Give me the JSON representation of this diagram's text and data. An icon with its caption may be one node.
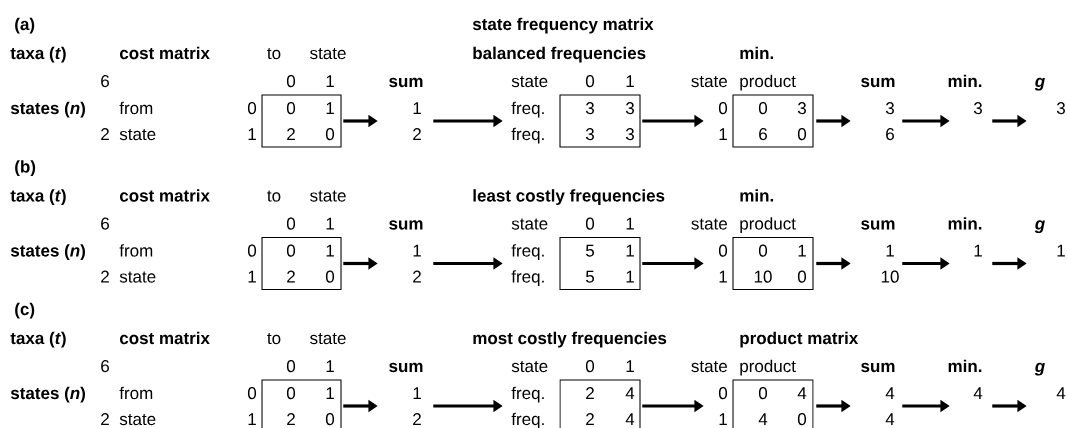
{
  "diagram": {
    "nodes": [
      {
        "text": [
          "0",
          "1",
          "2",
          "0"
        ],
        "beside": [
          "0",
          "1",
          "0",
          "1"
        ]
      },
      {
        "text": [
          "1",
          "2"
        ]
      },
      {
        "text": [
          "3",
          "3",
          "3",
          "3"
        ],
        "beside": [
          "0",
          "1"
        ]
      },
      {
        "text": [
          "0",
          "3",
          "6",
          "0"
        ],
        "beside": [
          "product",
          "0",
          "1"
        ]
      },
      {
        "text": [
          "3",
          "6"
        ]
      },
      {
        "text": [
          "3"
        ]
      },
      {
        "text": [
          "3"
        ]
      },
      {
        "text": [
          "0",
          "1",
          "2",
          "0"
        ],
        "beside": [
          "0",
          "1",
          "0",
          "1"
        ]
      },
      {
        "text": [
          "1",
          "2"
        ]
      },
      {
        "text": [
          "5",
          "1",
          "5",
          "1"
        ],
        "beside": [
          "0",
          "1"
        ]
      },
      {
        "text": [
          "0",
          "1",
          "10",
          "0"
        ],
        "beside": [
          "product",
          "0",
          "1"
        ]
      },
      {
        "text": [
          "1",
          "10"
        ]
      },
      {
        "text": [
          "1"
        ]
      },
      {
        "text": [
          "1"
        ]
      },
      {
        "text": [
          "0",
          "1",
          "2",
          "0"
        ],
        "beside": [
          "0",
          "1",
          "0",
          "1"
        ]
      },
      {
        "text": [
          "1",
          "2"
        ]
      },
      {
        "text": [
          "2",
          "4",
          "2",
          "4"
        ],
        "beside": [
          "0",
          "1"
        ]
      },
      {
        "text": [
          "0",
          "4",
          "4",
          "0"
        ],
        "beside": [
          "product",
          "0",
          "1"
        ]
      },
      {
        "text": [
          "4",
          "4"
        ]
      },
      {
        "text": [
          "4"
        ]
      },
      {
        "text": [
          "4"
        ]
      }
    ],
    "edges": [
      {
        "from": 0,
        "to": 1,
        "arrow": "to"
      },
      {
        "from": 1,
        "to": 2,
        "arrow": "to"
      },
      {
        "from": 2,
        "to": 3,
        "arrow": "to"
      },
      {
        "from": 3,
        "to": 4,
        "arrow": "to"
      },
      {
        "from": 4,
        "to": 5,
        "arrow": "to"
      },
      {
        "from": 5,
        "to": 6,
        "arrow": "to"
      },
      {
        "from": 7,
        "to": 8,
        "arrow": "to"
      },
      {
        "from": 8,
        "to": 9,
        "arrow": "to"
      },
      {
        "from": 9,
        "to": 10,
        "arrow": "to"
      },
      {
        "from": 10,
        "to": 11,
        "arrow": "to"
      },
      {
        "from": 11,
        "to": 12,
        "arrow": "to"
      },
      {
        "from": 12,
        "to": 13,
        "arrow": "to"
      },
      {
        "from": 14,
        "to": 15,
        "arrow": "to"
      },
      {
        "from": 15,
        "to": 16,
        "arrow": "to"
      },
      {
        "from": 16,
        "to": 17,
        "arrow": "to"
      },
      {
        "from": 17,
        "to": 18,
        "arrow": "to"
      },
      {
        "from": 18,
        "to": 19,
        "arrow": "to"
      },
      {
        "from": 19,
        "to": 20,
        "arrow": "to"
      }
    ],
    "labels": [
      "(a)",
      "state frequency matrix",
      "taxa (*t*)",
      "cost matrix",
      "to",
      "state",
      "balanced frequencies",
      "min.",
      "6",
      "sum",
      "state",
      "state",
      "sum",
      "min.",
      "g",
      "states (*n*)",
      "from",
      "freq.",
      "2",
      "state",
      "freq.",
      "(b)",
      "taxa (*t*)",
      "cost matrix",
      "to",
      "state",
      "least costly frequencies",
      "min.",
      "6",
      "sum",
      "state",
      "state",
      "sum",
      "min.",
      "g",
      "states (*n*)",
      "from",
      "freq.",
      "2",
      "state",
      "freq.",
      "(c)",
      "taxa (*t*)",
      "cost matrix",
      "to",
      "state",
      "most costly frequencies",
      "product matrix",
      "6",
      "sum",
      "state",
      "state",
      "sum",
      "min.",
      "g",
      "states (*n*)",
      "from",
      "freq.",
      "2",
      "state",
      "freq."
    ]
  }
}
